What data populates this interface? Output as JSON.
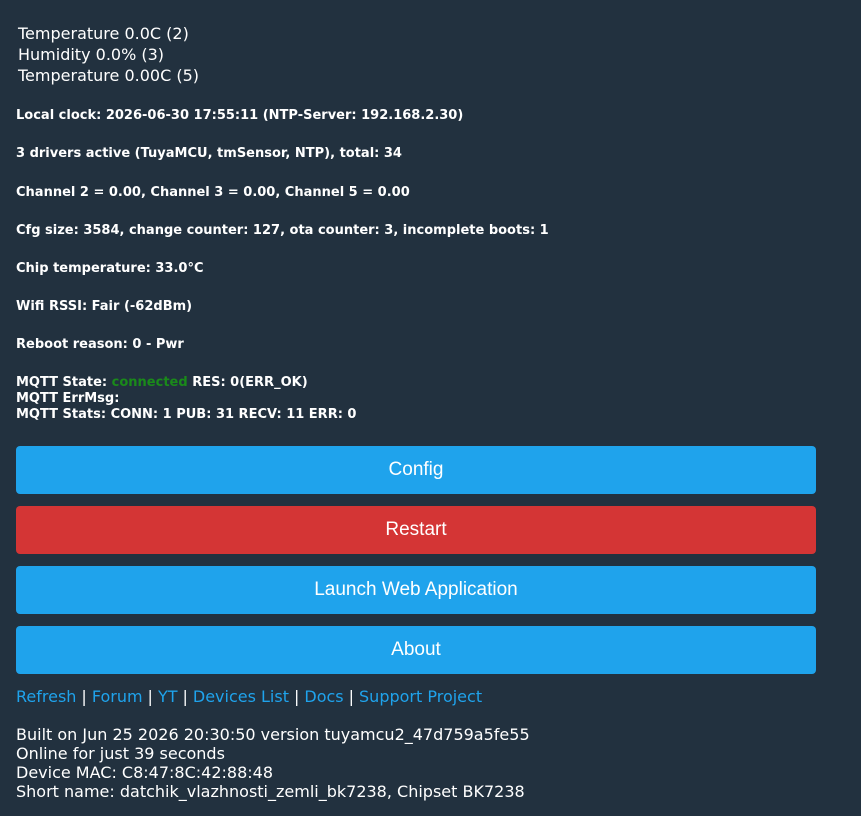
{
  "sensors": [
    "Temperature 0.0C (2)",
    "Humidity 0.0% (3)",
    "Temperature 0.00C (5)"
  ],
  "status": {
    "local_clock": "Local clock: 2026-06-30 17:55:11 (NTP-Server: 192.168.2.30)",
    "drivers": "3 drivers active (TuyaMCU, tmSensor, NTP), total: 34",
    "channels": "Channel 2 = 0.00, Channel 3 = 0.00, Channel 5 = 0.00",
    "cfg": "Cfg size: 3584, change counter: 127, ota counter: 3, incomplete boots: 1",
    "chip_temp": "Chip temperature: 33.0°C",
    "wifi": "Wifi RSSI: Fair (-62dBm)",
    "reboot": "Reboot reason: 0 - Pwr",
    "mqtt_state_label": "MQTT State: ",
    "mqtt_state_value": "connected",
    "mqtt_state_res": " RES: 0(ERR_OK)",
    "mqtt_errmsg": "MQTT ErrMsg:",
    "mqtt_stats": "MQTT Stats: CONN: 1 PUB: 31 RECV: 11 ERR: 0"
  },
  "buttons": {
    "config": "Config",
    "restart": "Restart",
    "launch_web_app": "Launch Web Application",
    "about": "About"
  },
  "links": {
    "refresh": "Refresh",
    "forum": "Forum",
    "yt": "YT",
    "devices_list": "Devices List",
    "docs": "Docs",
    "support": "Support Project",
    "separator": "|"
  },
  "footer": {
    "built": "Built on Jun 25 2026 20:30:50 version tuyamcu2_47d759a5fe55",
    "online": "Online for just 39 seconds",
    "mac": "Device MAC: C8:47:8C:42:88:48",
    "short_name": "Short name: datchik_vlazhnosti_zemli_bk7238, Chipset BK7238"
  },
  "colors": {
    "background": "#22313f",
    "button_blue": "#1fa3ec",
    "button_red": "#d43535",
    "link": "#1fa3ec",
    "connected": "#1a8a1a"
  }
}
